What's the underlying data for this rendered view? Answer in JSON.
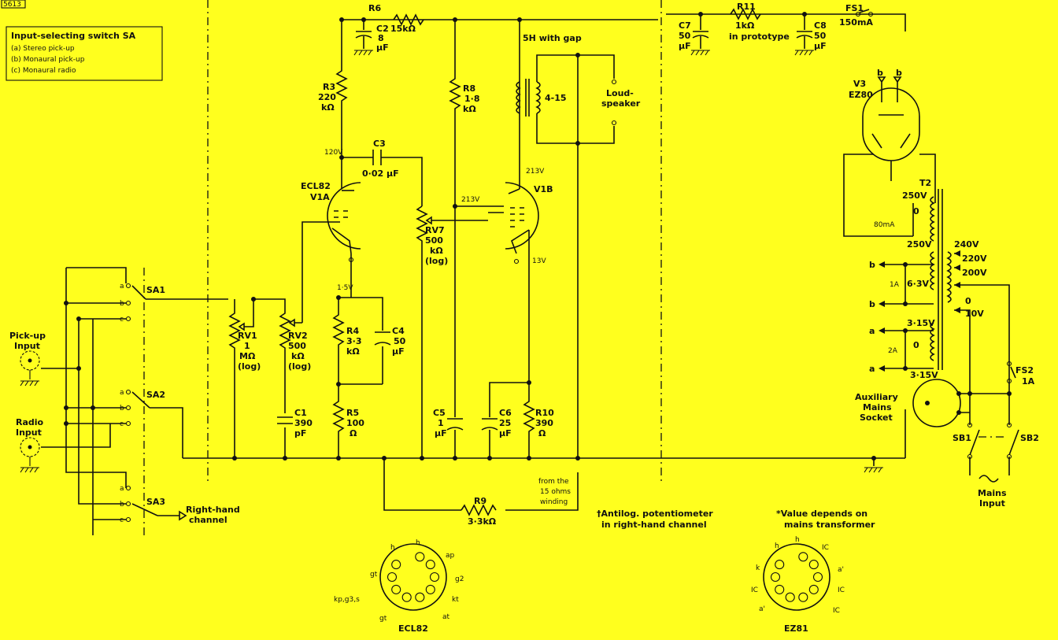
{
  "ref": "5613",
  "legend": {
    "title": "Input-selecting switch SA",
    "lines": [
      "(a) Stereo pick-up",
      "(b) Monaural pick-up",
      "(c) Monaural radio"
    ]
  },
  "inputs": {
    "pickup": [
      "Pick-up",
      "Input"
    ],
    "radio": [
      "Radio",
      "Input"
    ],
    "right_channel": [
      "Right-hand",
      "channel"
    ]
  },
  "switches": {
    "sa1": "SA1",
    "sa2": "SA2",
    "sa3": "SA3",
    "abc": [
      "a",
      "b",
      "c"
    ]
  },
  "pots": {
    "rv1": [
      "RV1",
      "1",
      "MΩ",
      "(log)"
    ],
    "rv2": [
      "RV2",
      "500",
      "kΩ",
      "(log)"
    ],
    "rv7": [
      "RV7",
      "500",
      "kΩ",
      "(log)"
    ]
  },
  "caps": {
    "c1": [
      "C1",
      "390",
      "pF"
    ],
    "c2": [
      "C2",
      "8",
      "µF"
    ],
    "c3": [
      "C3",
      "0·02 µF"
    ],
    "c4": [
      "C4",
      "50",
      "µF"
    ],
    "c5": [
      "C5",
      "1",
      "µF"
    ],
    "c6": [
      "C6",
      "25",
      "µF"
    ],
    "c7": [
      "C7",
      "50",
      "µF"
    ],
    "c8": [
      "C8",
      "50",
      "µF"
    ]
  },
  "resistors": {
    "r3": [
      "R3",
      "220",
      "kΩ"
    ],
    "r4": [
      "R4",
      "3·3",
      "kΩ"
    ],
    "r5": [
      "R5",
      "100",
      "Ω"
    ],
    "r6": [
      "R6",
      "15kΩ"
    ],
    "r8": [
      "R8",
      "1·8",
      "kΩ"
    ],
    "r9": [
      "R9",
      "3·3kΩ"
    ],
    "r10": [
      "R10",
      "390",
      "Ω"
    ],
    "r11": [
      "R11",
      "1kΩ",
      "in prototype"
    ]
  },
  "valves": {
    "v1a": [
      "ECL82",
      "V1A"
    ],
    "v1b": "V1B",
    "v3": [
      "V3",
      "EZ80"
    ]
  },
  "voltages": {
    "v120": "120V",
    "v15": "1·5V",
    "v213": "213V",
    "v213b": "213V",
    "v13": "13V"
  },
  "output": {
    "transformer": "5H with gap",
    "ratio": "4-15",
    "speaker": [
      "Loud-",
      "speaker"
    ],
    "feedback": [
      "from the",
      "15 ohms",
      "winding"
    ]
  },
  "power": {
    "fs1": [
      "FS1",
      "150mA"
    ],
    "fs2": [
      "FS2",
      "1A"
    ],
    "t2": "T2",
    "sec_250a": "250V",
    "sec_0": "0",
    "sec_80ma": "80mA",
    "sec_250b": "250V",
    "heaters": [
      "1A",
      "6·3V",
      "3·15V",
      "2A",
      "0",
      "3·15V"
    ],
    "b": "b",
    "a": "a",
    "primary": [
      "240V",
      "220V",
      "200V",
      "0",
      "10V"
    ],
    "aux": [
      "Auxiliary",
      "Mains",
      "Socket"
    ],
    "sb1": "SB1",
    "sb2": "SB2",
    "mains": [
      "Mains",
      "Input"
    ]
  },
  "notes": {
    "antilog": [
      "†Antilog. potentiometer",
      "in right-hand channel"
    ],
    "depends": [
      "*Value depends on",
      "mains transformer"
    ]
  },
  "bases": {
    "ecl82": {
      "name": "ECL82",
      "pins": [
        "h",
        "h",
        "ap",
        "g2",
        "kt",
        "at",
        "gt",
        "kp,g3,s",
        "gt"
      ]
    },
    "ez81": {
      "name": "EZ81",
      "pins": [
        "h",
        "h",
        "IC",
        "a'",
        "IC",
        "IC",
        "a'",
        "IC",
        "k"
      ]
    }
  }
}
